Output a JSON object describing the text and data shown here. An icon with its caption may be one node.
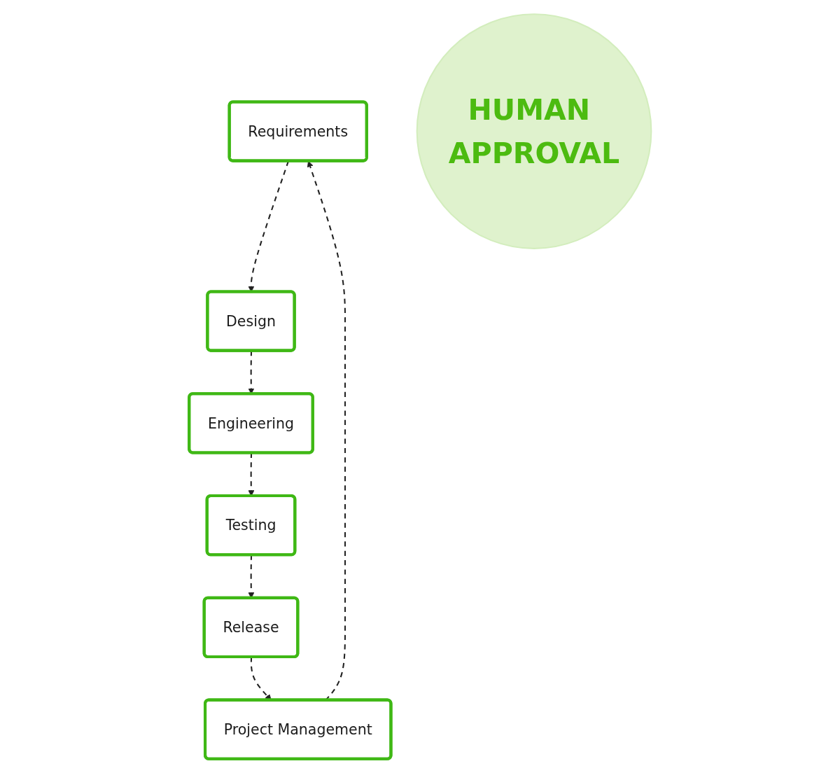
{
  "diagram": {
    "nodes": [
      {
        "text": [
          "Engineering"
        ]
      },
      {
        "text": [
          "Design"
        ]
      },
      {
        "text": [
          "Testing"
        ]
      },
      {
        "text": [
          "HUMAN APPROVAL"
        ]
      },
      {
        "text": [
          "Requirements"
        ]
      },
      {
        "text": [
          "Release"
        ]
      },
      {
        "text": [
          "Project Management"
        ]
      }
    ],
    "edges": [
      {
        "from": 4,
        "to": 1,
        "arrow": "to",
        "style": "dashed"
      },
      {
        "from": 1,
        "to": 0,
        "arrow": "to",
        "style": "dashed"
      },
      {
        "from": 0,
        "to": 2,
        "arrow": "to",
        "style": "dashed"
      },
      {
        "from": 2,
        "to": 5,
        "arrow": "to",
        "style": "dashed"
      },
      {
        "from": 5,
        "to": 6,
        "arrow": "to",
        "style": "dashed"
      },
      {
        "from": 6,
        "to": 4,
        "arrow": "to",
        "style": "dashed"
      }
    ]
  }
}
